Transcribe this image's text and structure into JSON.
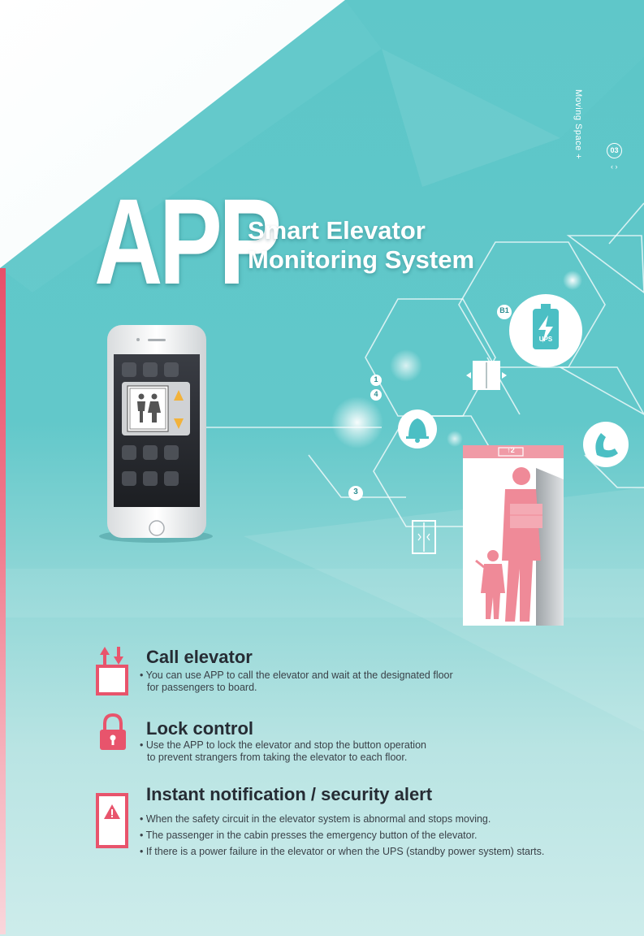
{
  "sidebar": {
    "text": "Moving Space +",
    "page_number": "03",
    "arrows": "‹ ›"
  },
  "hero": {
    "big_title": "APP",
    "subtitle_line1": "Smart Elevator",
    "subtitle_line2": "Monitoring System"
  },
  "diagram": {
    "badge_b1": "B1",
    "badge_floor_top": "1",
    "badge_floor_4": "4",
    "badge_3": "3",
    "ups_label": "UPS",
    "elevator_display": "↑2"
  },
  "features": [
    {
      "title": "Call elevator",
      "lines": [
        "• You can use APP to call the elevator and wait at the designated floor",
        "for passengers to board."
      ]
    },
    {
      "title": "Lock control",
      "lines": [
        "• Use the APP to lock the elevator and stop the button operation",
        "to prevent strangers from taking the elevator to each floor."
      ]
    },
    {
      "title": "Instant notification / security alert",
      "lines": [
        "• When the safety circuit in the elevator system is abnormal and stops moving.",
        "• The passenger in the cabin presses the emergency button of the elevator.",
        "• If there is a power failure in the elevator or when the UPS (standby power system) starts."
      ]
    }
  ],
  "colors": {
    "accent_red": "#e8546c",
    "teal": "#5cc6c8",
    "white": "#ffffff"
  }
}
